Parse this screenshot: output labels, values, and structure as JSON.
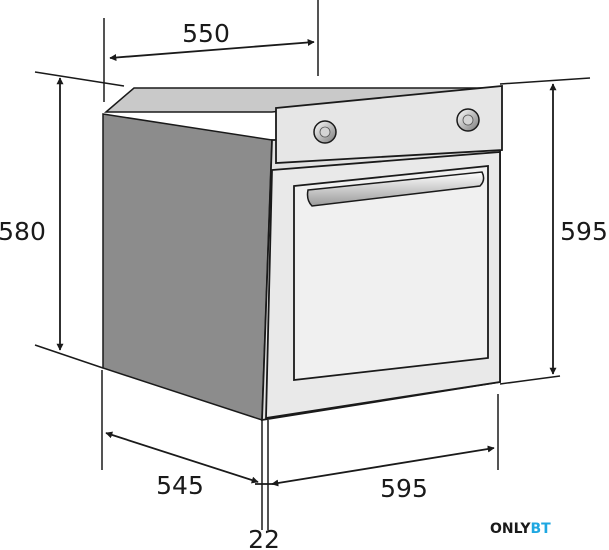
{
  "dimensions": {
    "top_depth": "550",
    "left_height": "580",
    "right_height": "595",
    "bottom_depth": "545",
    "bottom_width": "595",
    "door_thickness": "22"
  },
  "watermark": {
    "brand_part1": "ONLY",
    "brand_part2": "BT",
    "color_part1": "#1a1a1a",
    "color_part2": "#1ea7e1"
  },
  "colors": {
    "body_side": "#8c8c8c",
    "body_top": "#c9c9c9",
    "front_panel": "#e6e6e6",
    "door_glass": "#f0f0f0",
    "line": "#1a1a1a"
  },
  "icons": [
    "knob-icon",
    "knob-icon",
    "door-handle-icon"
  ]
}
